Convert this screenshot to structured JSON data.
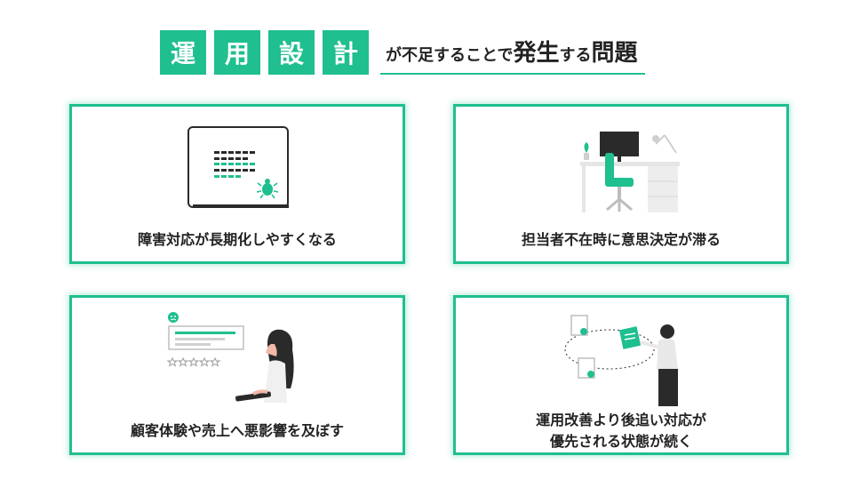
{
  "header": {
    "tiles": [
      "運",
      "用",
      "設",
      "計"
    ],
    "text_part1": "が不足することで",
    "text_big1": "発生",
    "text_part2": "する",
    "text_big2": "問題"
  },
  "cards": [
    {
      "id": "incident",
      "label": "障害対応が長期化しやすくなる",
      "icon": "bug-icon"
    },
    {
      "id": "decision",
      "label": "担当者不在時に意思決定が滞る",
      "icon": "desk-chair-illustration"
    },
    {
      "id": "customer",
      "label": "顧客体験や売上へ悪影響を及ぼす",
      "icon": "sad-review-illustration"
    },
    {
      "id": "reactive",
      "label_line1": "運用改善より後追い対応が",
      "label_line2": "優先される状態が続く",
      "icon": "documents-cycle-illustration"
    }
  ],
  "colors": {
    "accent": "#1fbf8f",
    "text": "#222222"
  }
}
